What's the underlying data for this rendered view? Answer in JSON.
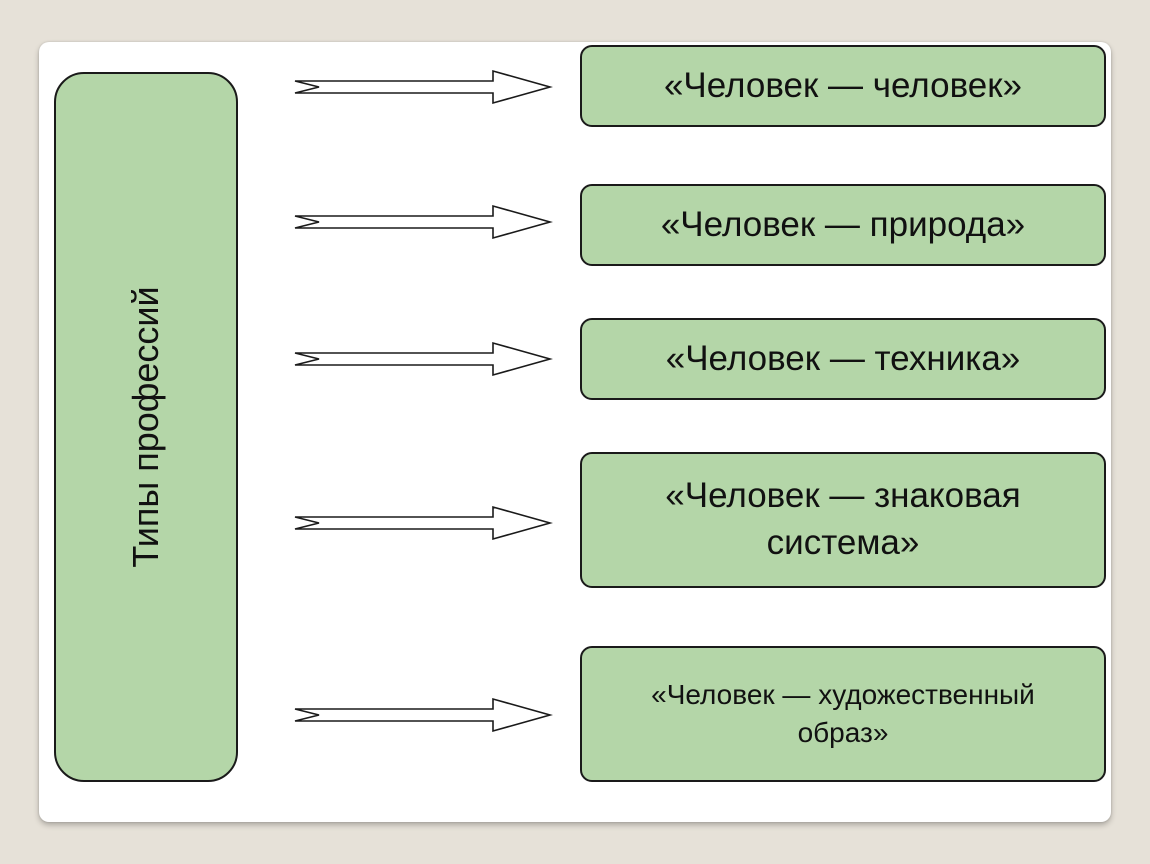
{
  "diagram": {
    "root": {
      "label": "Типы профессий"
    },
    "types": [
      {
        "label": "«Человек — человек»"
      },
      {
        "label": "«Человек — природа»"
      },
      {
        "label": "«Человек — техника»"
      },
      {
        "label": "«Человек — знаковая система»"
      },
      {
        "label": "«Человек — художественный образ»"
      }
    ]
  },
  "colors": {
    "box_fill": "#b4d6a8",
    "border": "#1a1a1a",
    "background": "#e6e1d8",
    "slide": "#ffffff"
  }
}
